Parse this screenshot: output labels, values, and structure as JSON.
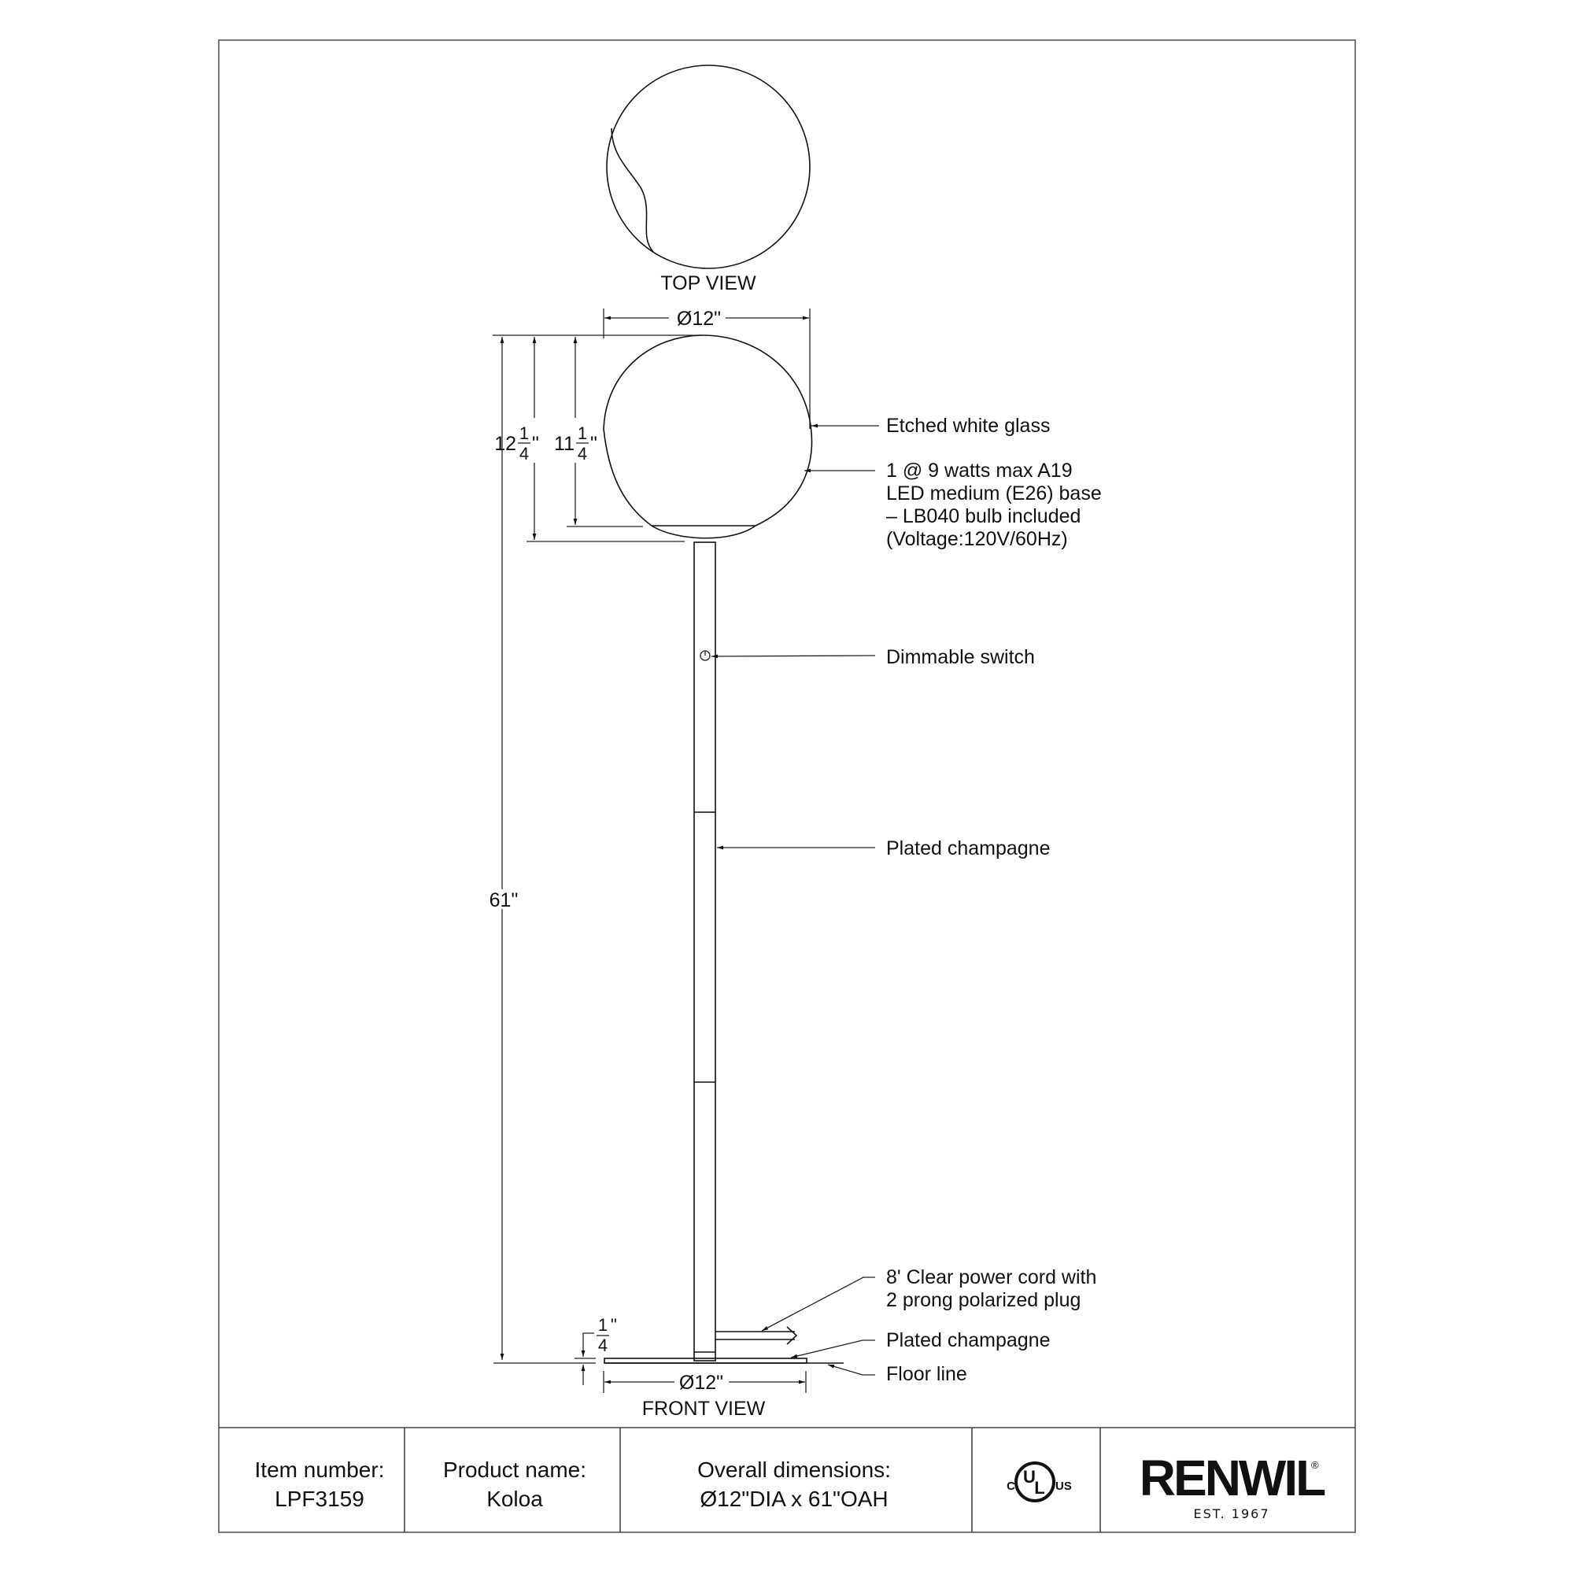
{
  "drawing": {
    "top_view": {
      "label": "TOP VIEW"
    },
    "front_view": {
      "label": "FRONT VIEW",
      "shade_diameter": "Ø12\"",
      "base_diameter": "Ø12\"",
      "overall_height": "61\"",
      "shade_height_outer": {
        "whole": "12",
        "num": "1",
        "den": "4",
        "unit": "\""
      },
      "shade_height_inner": {
        "whole": "11",
        "num": "1",
        "den": "4",
        "unit": "\""
      },
      "base_thickness": {
        "num": "1",
        "den": "4",
        "unit": "\""
      }
    },
    "callouts": {
      "glass": "Etched white glass",
      "bulb_line1": "1 @ 9 watts max A19",
      "bulb_line2": "LED medium (E26) base",
      "bulb_line3": "– LB040 bulb included",
      "bulb_line4": "(Voltage:120V/60Hz)",
      "switch": "Dimmable switch",
      "stem_finish": "Plated champagne",
      "cord_line1": "8' Clear power cord with",
      "cord_line2": "2 prong polarized plug",
      "base_finish": "Plated champagne",
      "floor": "Floor line"
    }
  },
  "title_block": {
    "item_number_label": "Item number:",
    "item_number": "LPF3159",
    "product_name_label": "Product name:",
    "product_name": "Koloa",
    "dimensions_label": "Overall dimensions:",
    "dimensions": "Ø12\"DIA x 61\"OAH",
    "cert": {
      "left": "C",
      "center_top": "U",
      "center_bottom": "L",
      "right": "US"
    },
    "brand": "RENWIL",
    "brand_mark": "®",
    "brand_tagline": "EST. 1967"
  },
  "colors": {
    "line": "#111111",
    "frame": "#777777",
    "background": "#ffffff"
  }
}
